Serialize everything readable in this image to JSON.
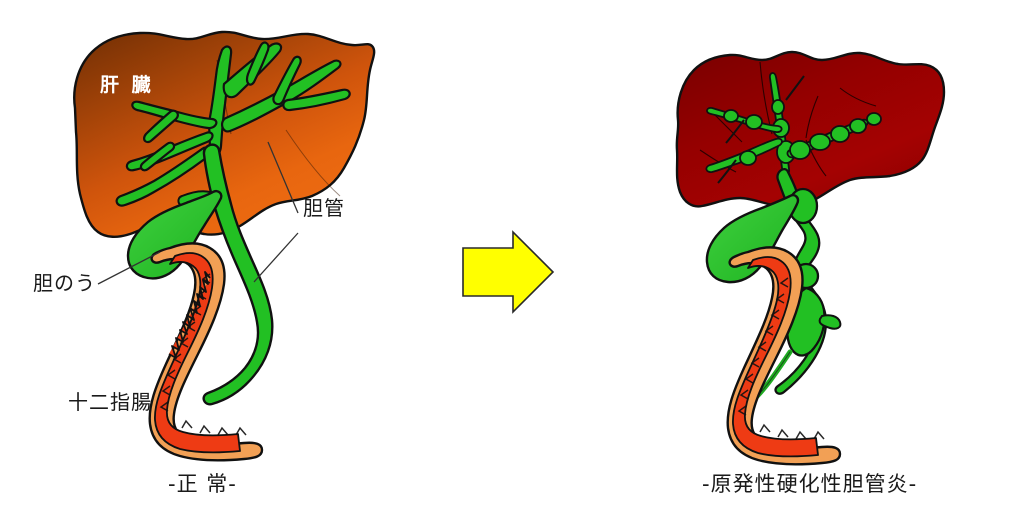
{
  "figure": {
    "title_left": "-正 常-",
    "title_right": "-原発性硬化性胆管炎-",
    "background": "#ffffff"
  },
  "labels": {
    "liver": "肝 臓",
    "bile_duct": "胆管",
    "gallbladder": "胆のう",
    "duodenum": "十二指腸"
  },
  "colors": {
    "liver_normal_top": "#8a3a06",
    "liver_normal_mid": "#d4560c",
    "liver_normal_bright": "#ef6a12",
    "liver_diseased": "#990000",
    "liver_diseased_dark": "#7a0000",
    "bile_duct_green": "#22c023",
    "bile_duct_green_dark": "#12a015",
    "duodenum_outer": "#f2a055",
    "duodenum_inner": "#ee3b14",
    "arrow_fill": "#ffff00",
    "outline": "#111111",
    "leader_line": "#333333",
    "label_text": "#1a1a1a",
    "liver_label_text": "#ffffff"
  },
  "panels": {
    "left": {
      "name": "normal-anatomy",
      "caption": "-正 常-",
      "liver_state": "normal",
      "duct_state": "smooth-uniform-caliber"
    },
    "right": {
      "name": "primary-sclerosing-cholangitis",
      "caption": "-原発性硬化性胆管炎-",
      "liver_state": "cirrhotic-dark-red",
      "duct_state": "beaded-strictures-and-dilations"
    }
  },
  "arrow": {
    "direction": "right",
    "label": "progression-arrow"
  }
}
